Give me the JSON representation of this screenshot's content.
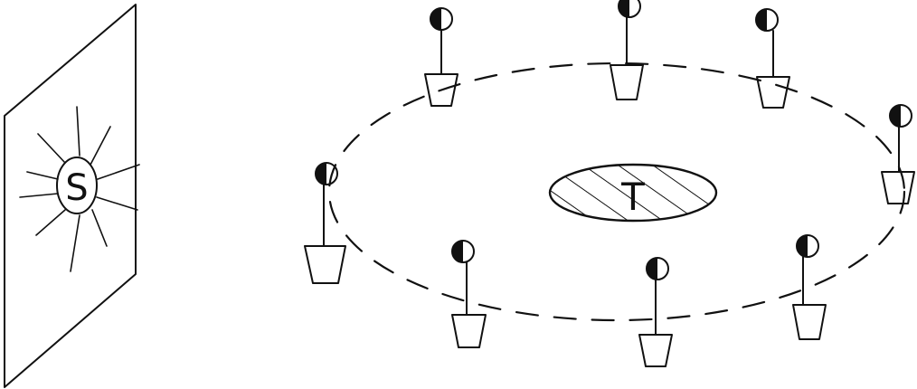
{
  "sun_panel": {
    "label": "S"
  },
  "table": {
    "label": "T"
  },
  "plant_count": 8,
  "colors": {
    "ink": "#111111",
    "background": "#ffffff"
  },
  "icons": {
    "sun": "sun-icon",
    "plant": "potted-plant-icon"
  }
}
